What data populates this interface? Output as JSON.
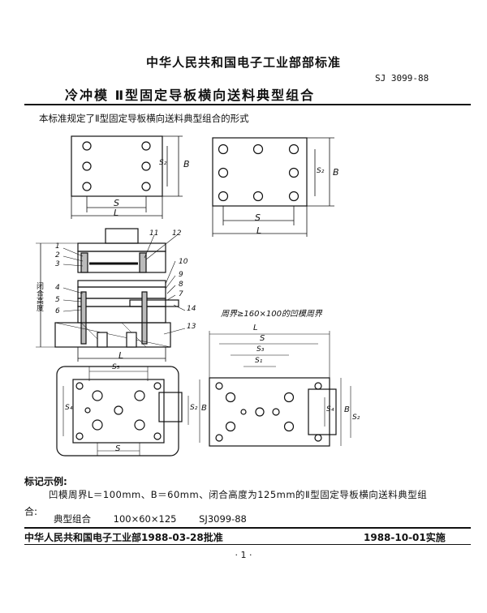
{
  "header": {
    "organization": "中华人民共和国电子工业部部标准",
    "standard_code": "SJ 3099-88",
    "title": "冷冲模  Ⅱ型固定导板横向送料典型组合"
  },
  "scope": "本标准规定了Ⅱ型固定导板横向送料典型组合的形式",
  "drawing": {
    "dim_L": "L",
    "dim_S": "S",
    "dim_B": "B",
    "dim_S1": "S₁",
    "dim_S2": "S₂",
    "dim_S3": "S₃",
    "dim_S4": "S₄",
    "dim_S5": "S₅",
    "side_label": "闭合高度",
    "note": "周界≥160×100的凹模周界",
    "parts": [
      "1",
      "2",
      "3",
      "4",
      "5",
      "6",
      "7",
      "8",
      "9",
      "10",
      "11",
      "12",
      "13",
      "14"
    ]
  },
  "example": {
    "heading": "标记示例:",
    "line1": "凹模周界L＝100mm、B＝60mm、闭合高度为125mm的Ⅱ型固定导板横向送料典型组",
    "line1_end": "合:",
    "label": "典型组合",
    "value": "100×60×125",
    "std": "SJ3099-88"
  },
  "footer": {
    "approved": "中华人民共和国电子工业部1988-03-28批准",
    "effective": "1988-10-01实施",
    "page": "· 1 ·"
  }
}
